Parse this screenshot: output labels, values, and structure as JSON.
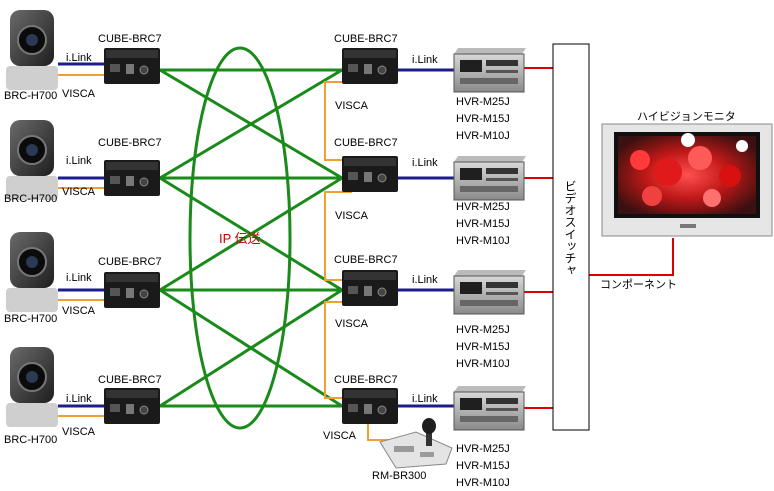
{
  "labels": {
    "camera": "BRC-H700",
    "converter": "CUBE-BRC7",
    "ilink": "i.Link",
    "visca": "VISCA",
    "ip": "IP 伝送",
    "deck_models": [
      "HVR-M25J",
      "HVR-M15J",
      "HVR-M10J"
    ],
    "switcher": "ビデオスイッチャ",
    "monitor": "ハイビジョンモニタ",
    "component": "コンポーネント",
    "controller": "RM-BR300"
  },
  "colors": {
    "network": "#1a8a1a",
    "ilink": "#1c1c8c",
    "visca": "#f0a030",
    "video": "#dd0000"
  }
}
